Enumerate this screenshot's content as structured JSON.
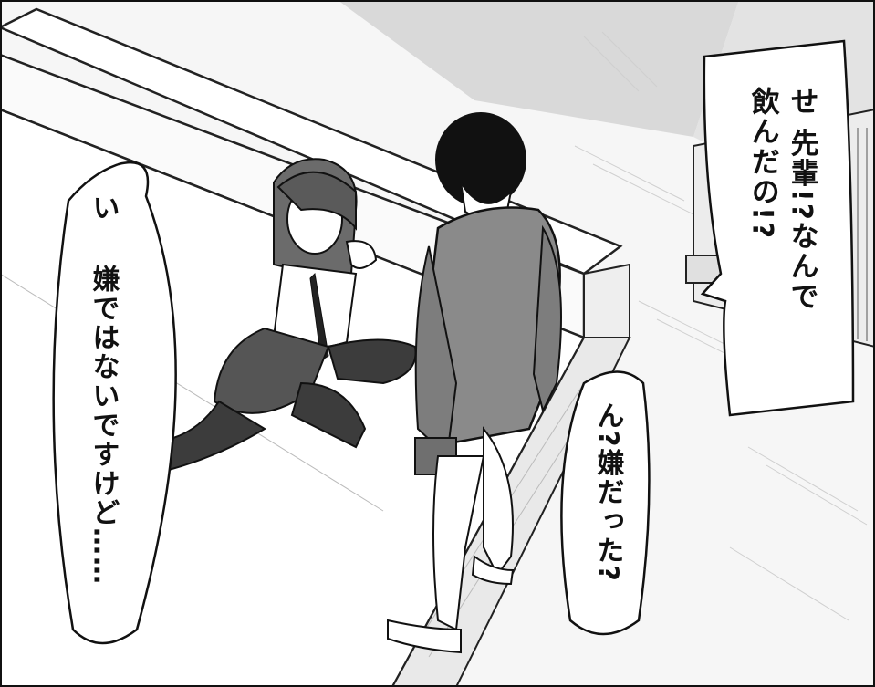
{
  "bubbles": {
    "senpai": {
      "col1": "せ 先輩!?なんで",
      "col2": "飲んだの!?"
    },
    "dislike": {
      "col1": "い",
      "col2": "嫌ではないですけど……"
    },
    "question": {
      "col1": "ん?嫌だった?"
    }
  }
}
